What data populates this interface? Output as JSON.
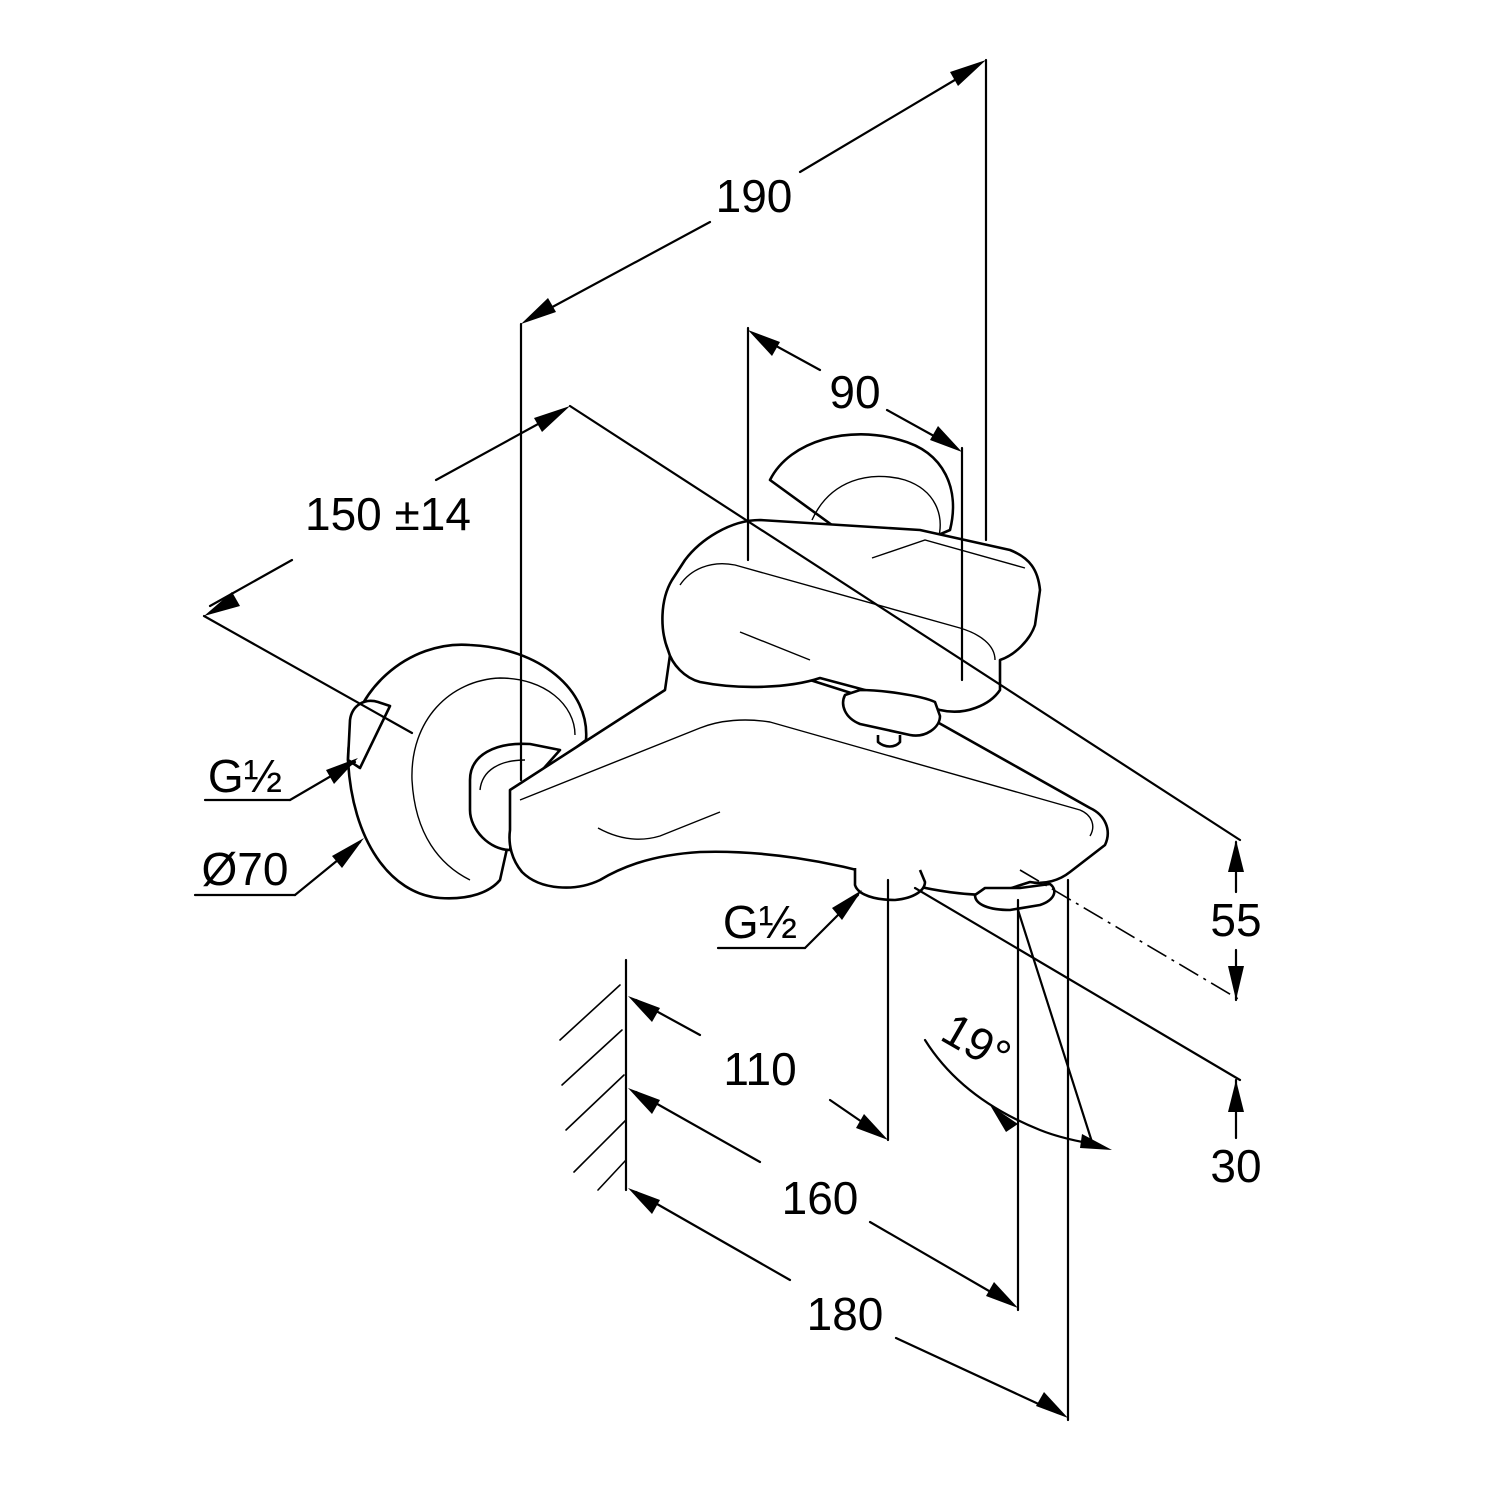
{
  "title": "Bath/shower mixer technical dimension drawing",
  "dimensions": {
    "overall_depth": "190",
    "handle_width": "90",
    "centre_distance": "150 ±14",
    "connection_left": "G½",
    "escutcheon_diameter": "Ø70",
    "outlet_connection": "G½",
    "height_upper": "55",
    "height_lower": "30",
    "spout_angle": "19°",
    "projection_outlet": "110",
    "projection_spout_tip": "160",
    "projection_total": "180"
  }
}
